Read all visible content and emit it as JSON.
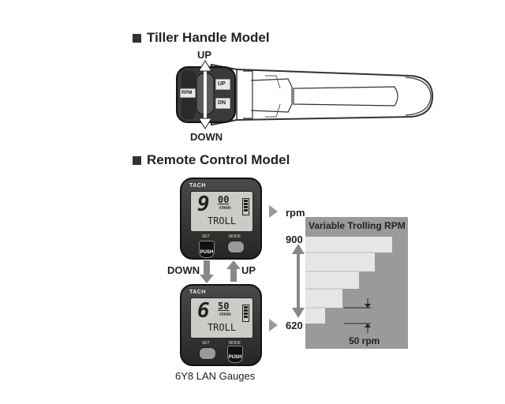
{
  "tiller": {
    "title": "Tiller Handle Model",
    "up_label": "UP",
    "down_label": "DOWN",
    "rpm_label": "RPM",
    "up_button": "UP",
    "dn_button": "DN"
  },
  "remote": {
    "title": "Remote Control Model",
    "down_label": "DOWN",
    "up_label": "UP",
    "caption": "6Y8 LAN Gauges"
  },
  "gauge_top": {
    "brand": "TACH",
    "big": "9",
    "small": "00",
    "unit": "r/min",
    "mode": "TROLL",
    "set": "SET",
    "mode_btn": "MODE",
    "push": "PUSH"
  },
  "gauge_bottom": {
    "brand": "TACH",
    "big": "6",
    "small": "50",
    "unit": "r/min",
    "mode": "TROLL",
    "set": "SET",
    "mode_btn": "MODE",
    "push": "PUSH"
  },
  "rpm_chart": {
    "rpm_unit": "rpm",
    "title": "Variable Trolling RPM",
    "max": "900",
    "min": "620",
    "step": "50 rpm"
  },
  "colors": {
    "chart_bg": "#9a9a9a",
    "step_fill": "#e8e8e8",
    "dark": "#333333"
  }
}
